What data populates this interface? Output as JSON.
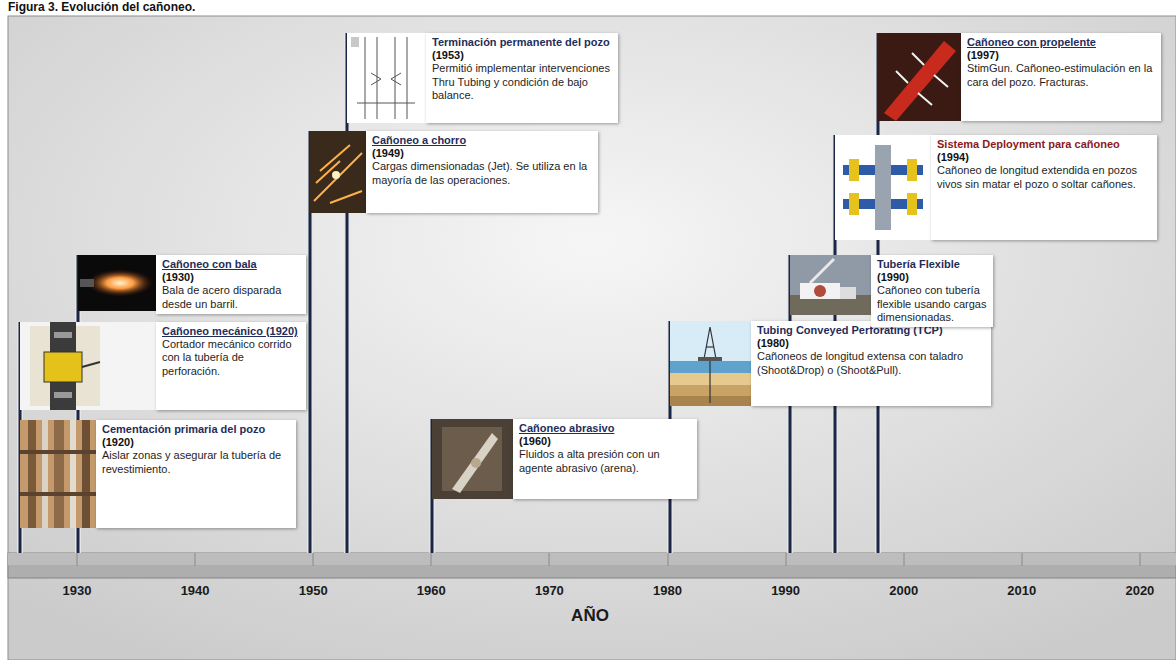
{
  "diagram": {
    "title": "Figura 3. Evolución del cañoneo.",
    "nodes": [
      {
        "text": [
          "Cementación primaria del pozo",
          "(1920)",
          "Aislar zonas y asegurar la tubería de revestimiento."
        ]
      },
      {
        "text": [
          "Cañoneo mecánico (1920)",
          "Cortador mecánico corrido con la tubería de perforación."
        ]
      },
      {
        "text": [
          "Cañoneo con bala",
          "(1930)",
          "Bala de acero disparada desde un barril."
        ]
      },
      {
        "text": [
          "Cañoneo a chorro",
          "(1949)",
          "Cargas dimensionadas (Jet). Se utiliza en la mayoría de las operaciones."
        ]
      },
      {
        "text": [
          "Terminación permanente del pozo",
          "(1953)",
          "Permitió implementar intervenciones Thru Tubing y condición de bajo balance."
        ]
      },
      {
        "text": [
          "Cañoneo abrasivo",
          "(1960)",
          "Fluidos a alta presión con un agente abrasivo (arena)."
        ]
      },
      {
        "text": [
          "Tubing Conveyed Perforating (TCP)",
          "(1980)",
          "Cañoneos de longitud extensa con taladro (Shoot&Drop) o (Shoot&Pull)."
        ]
      },
      {
        "text": [
          "Tubería Flexible",
          "(1990)",
          "Cañoneo con tubería flexible usando cargas dimensionadas."
        ]
      },
      {
        "text": [
          "Sistema Deployment para cañoneo",
          "(1994)",
          "Cañoneo de longitud extendida en pozos vivos sin matar el pozo o soltar cañones."
        ]
      },
      {
        "text": [
          "Cañoneo con propelente",
          "(1997)",
          "StimGun. Cañoneo-estimulación en la cara del pozo. Fracturas."
        ]
      }
    ],
    "labels": [
      "1930",
      "1940",
      "1950",
      "1960",
      "1970",
      "1980",
      "1990",
      "2000",
      "2010",
      "2020",
      "AÑO"
    ]
  }
}
